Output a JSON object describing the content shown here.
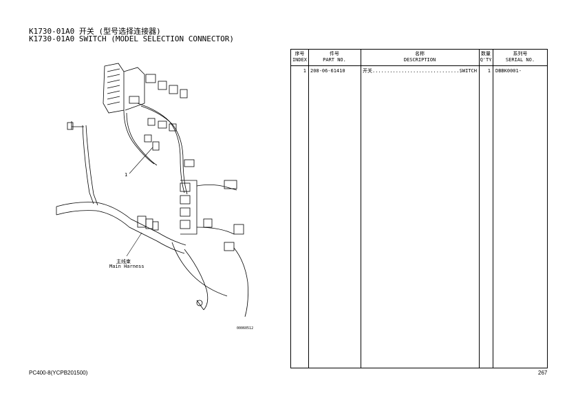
{
  "title": {
    "line1": "K1730-01A0 开关 (型号选择连接器)",
    "line2": "K1730-01A0 SWITCH (MODEL SELECTION CONNECTOR)"
  },
  "diagram": {
    "callout": "1",
    "harness_zh": "主线束",
    "harness_en": "Main Harness",
    "figure_code": "00060512"
  },
  "table": {
    "headers": [
      {
        "zh": "序号",
        "en": "INDEX"
      },
      {
        "zh": "件号",
        "en": "PART NO."
      },
      {
        "zh": "名称",
        "en": "DESCRIPTION"
      },
      {
        "zh": "数量",
        "en": "Q'TY"
      },
      {
        "zh": "系列号",
        "en": "SERIAL NO."
      }
    ],
    "rows": [
      {
        "index": "1",
        "part_no": "208-06-61410",
        "desc_zh": "开关",
        "leader": "...............................",
        "desc_en": "SWITCH",
        "qty": "1",
        "serial": "DBBK0001-"
      }
    ]
  },
  "footer": {
    "model": "PC400-8(YCPB201500)",
    "page": "267"
  }
}
